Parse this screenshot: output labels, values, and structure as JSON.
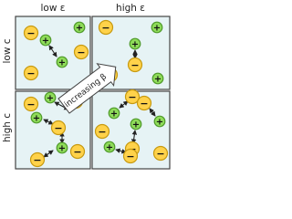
{
  "columns": {
    "left_label": "low ε",
    "right_label": "high ε"
  },
  "rows": {
    "top_label": "low c",
    "bottom_label": "high c"
  },
  "arrow_label": "increasing β",
  "ion_signs": {
    "anion": "−",
    "cation": "+"
  },
  "colors": {
    "panel_fill": "#e6f3f5",
    "panel_border": "#444444",
    "anion_fill": "#ffd24a",
    "anion_stroke": "#c79a10",
    "cation_fill": "#8fdc5a",
    "cation_stroke": "#4f9a2a",
    "pair_arrow": "#222222",
    "big_arrow_fill": "#ffffff",
    "big_arrow_stroke": "#444444"
  }
}
